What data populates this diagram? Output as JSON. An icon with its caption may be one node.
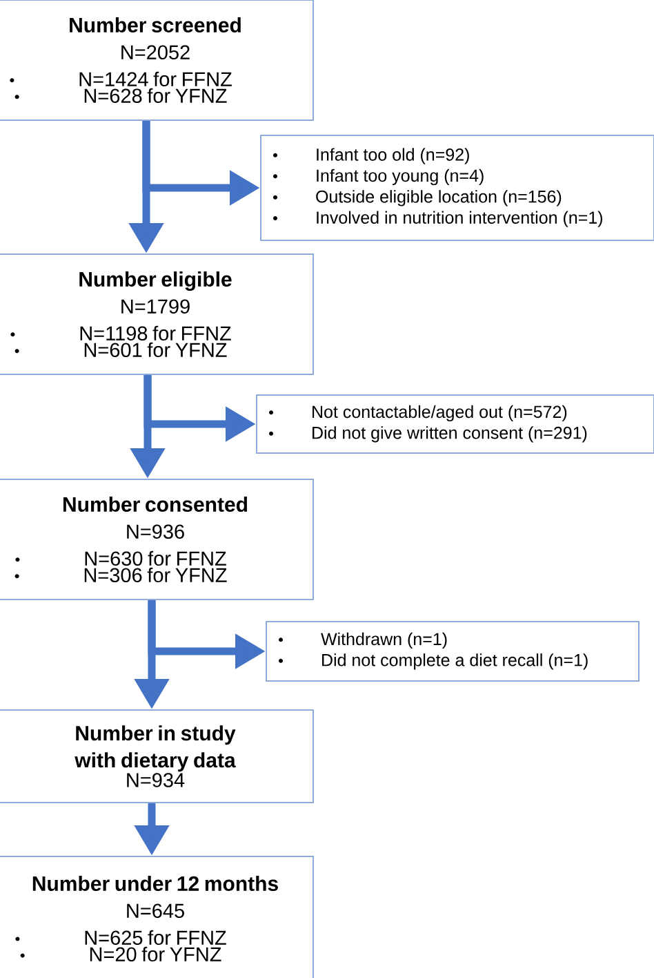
{
  "diagram": {
    "nodes": [
      {
        "text": [
          "Number screened",
          "N=2052",
          "N=1424 for FFNZ",
          "N=628 for YFNZ"
        ]
      },
      {
        "text": [
          "Infant too old (n=92)",
          "Infant too young (n=4)",
          "Outside eligible location (n=156)",
          "Involved in nutrition intervention (n=1)"
        ]
      },
      {
        "text": [
          "Number eligible",
          "N=1799",
          "N=1198 for FFNZ",
          "N=601 for YFNZ"
        ]
      },
      {
        "text": [
          "Not contactable/aged out (n=572)",
          "Did not give written consent (n=291)"
        ]
      },
      {
        "text": [
          "Number consented",
          "N=936",
          "N=630 for FFNZ",
          "N=306 for YFNZ"
        ]
      },
      {
        "text": [
          "Withdrawn (n=1)",
          "Did not complete a diet recall (n=1)"
        ]
      },
      {
        "text": [
          "Number in study with dietary data",
          "N=934"
        ]
      },
      {
        "text": [
          "Number under 12 months",
          "N=645",
          "N=625 for FFNZ",
          "N=20 for YFNZ"
        ]
      }
    ],
    "edges": [
      {
        "from": 0,
        "to": 2,
        "arrow": "to"
      },
      {
        "from": 0,
        "to": 1,
        "arrow": "to"
      },
      {
        "from": 2,
        "to": 4,
        "arrow": "to"
      },
      {
        "from": 2,
        "to": 3,
        "arrow": "to"
      },
      {
        "from": 4,
        "to": 6,
        "arrow": "to"
      },
      {
        "from": 4,
        "to": 5,
        "arrow": "to"
      },
      {
        "from": 6,
        "to": 7,
        "arrow": "to"
      }
    ]
  }
}
